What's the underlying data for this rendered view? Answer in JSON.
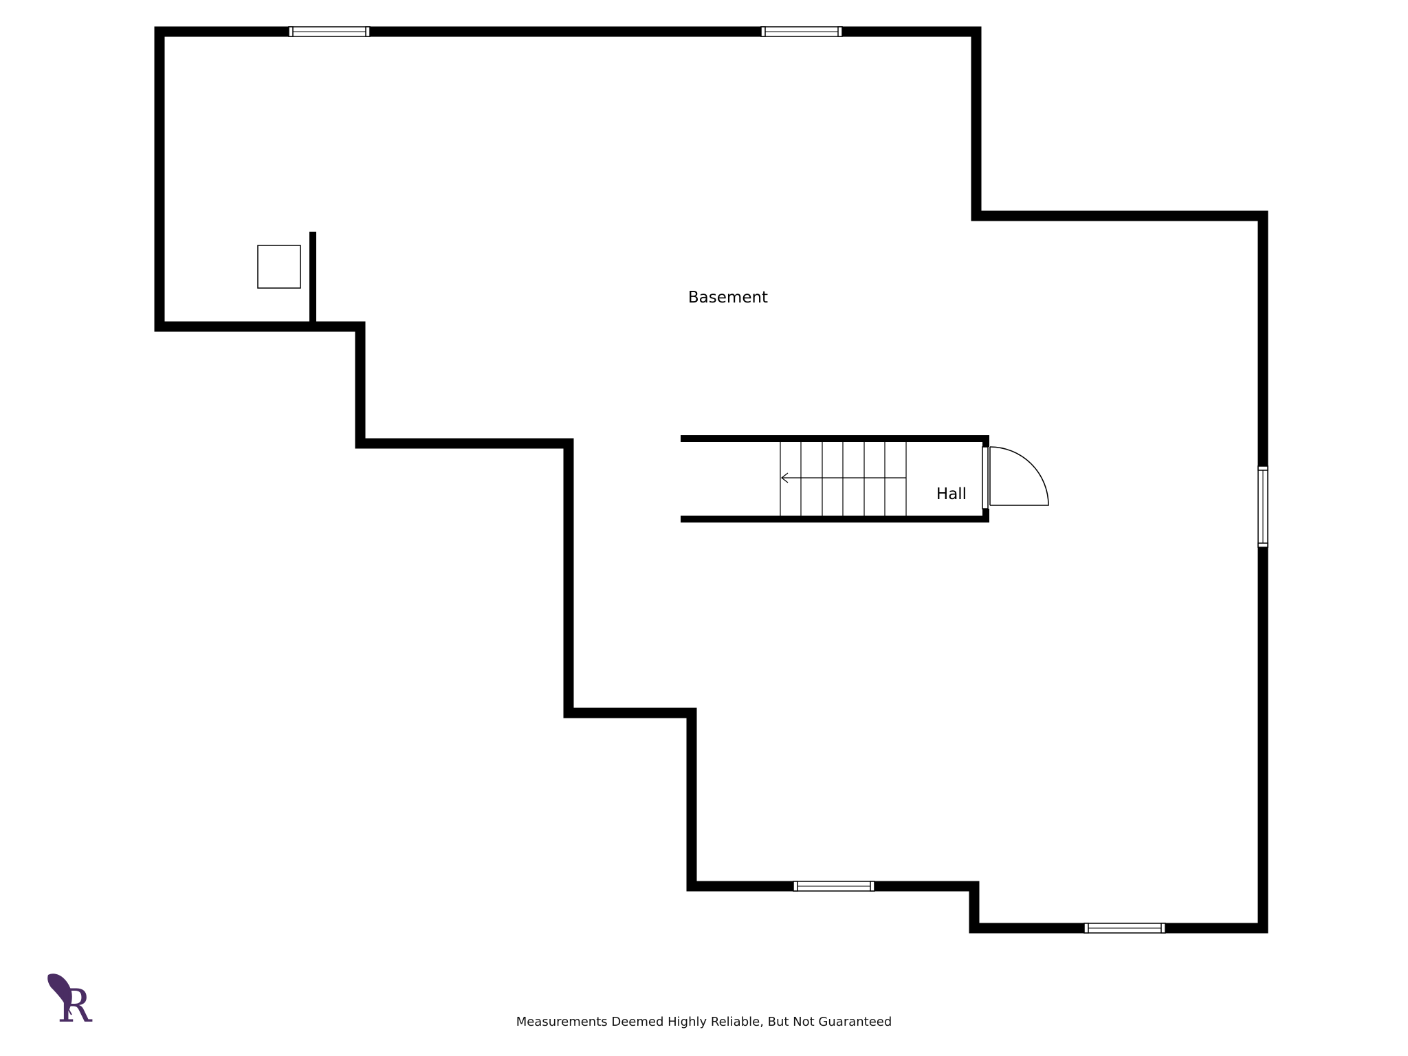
{
  "floorplan": {
    "rooms": [
      {
        "id": "basement",
        "label": "Basement"
      },
      {
        "id": "hall",
        "label": "Hall"
      }
    ],
    "wall_color": "#000000",
    "background": "#ffffff"
  },
  "footer": {
    "note": "Measurements Deemed Highly Reliable, But Not Guaranteed"
  },
  "logo": {
    "letter": "R",
    "color": "#4a2d63",
    "icon": "feather-icon"
  }
}
